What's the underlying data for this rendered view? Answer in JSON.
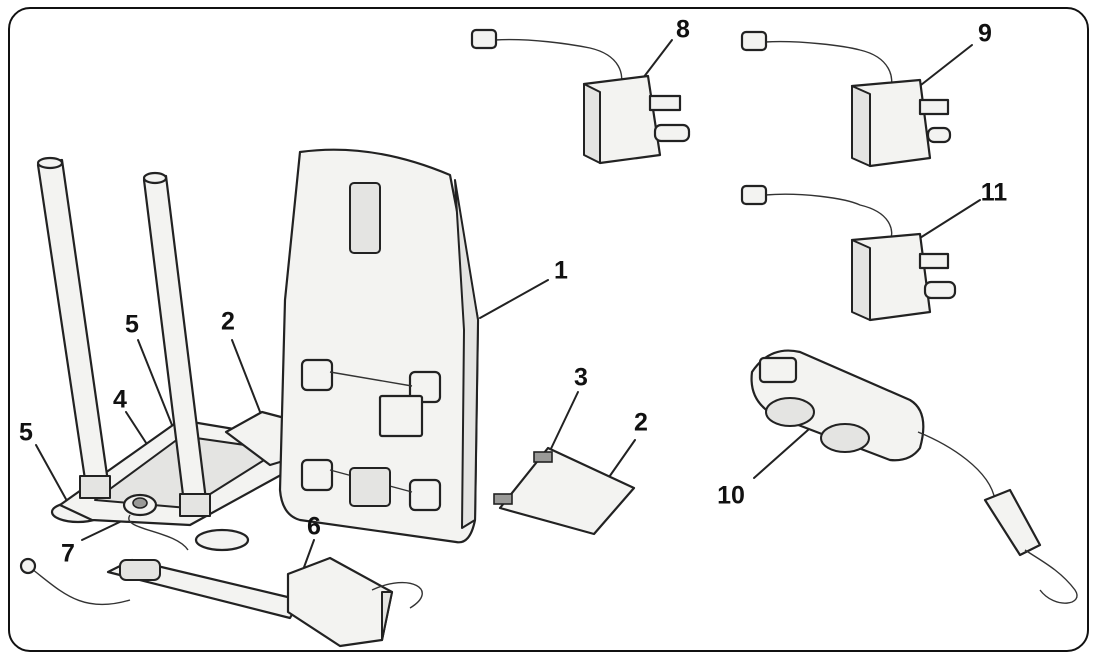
{
  "callouts": {
    "c1": "1",
    "c2a": "2",
    "c2b": "2",
    "c3": "3",
    "c4": "4",
    "c5a": "5",
    "c5b": "5",
    "c6": "6",
    "c7": "7",
    "c8": "8",
    "c9": "9",
    "c10": "10",
    "c11": "11"
  }
}
